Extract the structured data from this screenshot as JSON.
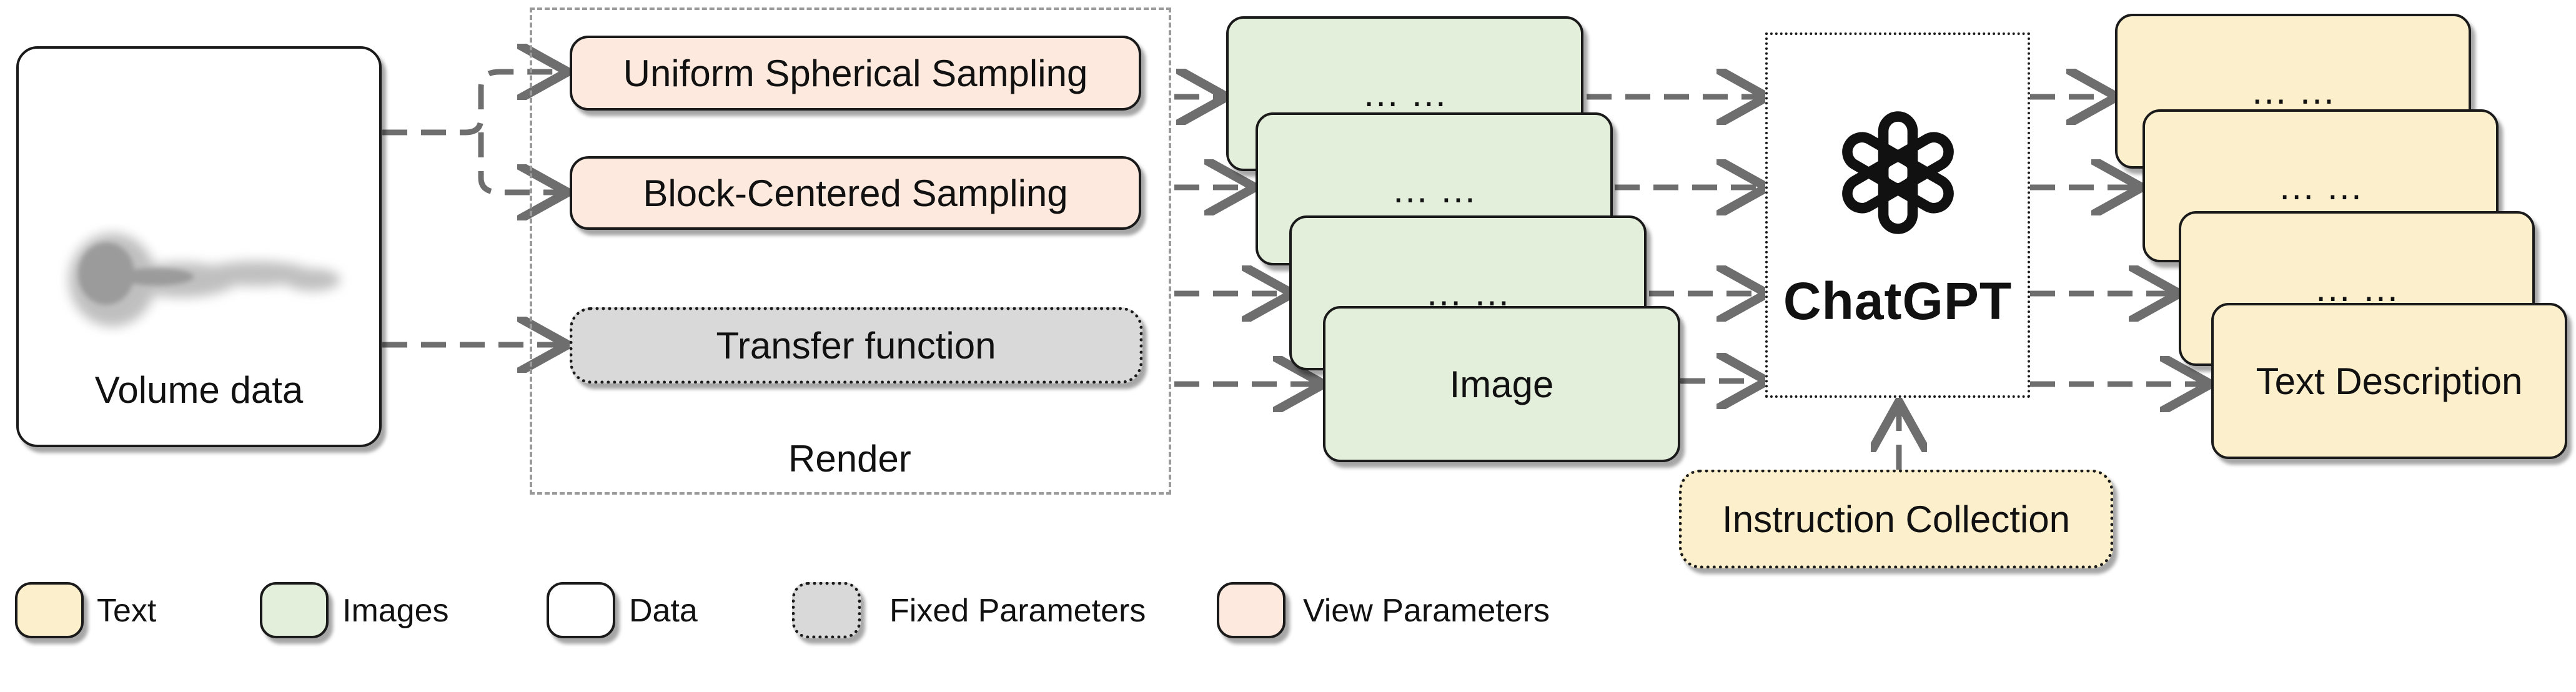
{
  "volume": {
    "label": "Volume data"
  },
  "render": {
    "title": "Render",
    "uniform": "Uniform Spherical Sampling",
    "block": "Block-Centered Sampling",
    "transfer": "Transfer function"
  },
  "images": {
    "ellipsis_1": "… …",
    "ellipsis_2": "… …",
    "ellipsis_3": "… …",
    "front": "Image"
  },
  "chatgpt": {
    "label": "ChatGPT",
    "icon": "openai-logo-icon"
  },
  "instruction": {
    "label": "Instruction Collection"
  },
  "texts": {
    "ellipsis_1": "… …",
    "ellipsis_2": "… …",
    "ellipsis_3": "… …",
    "front": "Text Description"
  },
  "legend": {
    "text": "Text",
    "images": "Images",
    "data": "Data",
    "fixed": "Fixed Parameters",
    "view": "View Parameters"
  },
  "colors": {
    "text": "#fcefcc",
    "images": "#e3efdb",
    "data": "#ffffff",
    "fixed": "#d9d9d9",
    "view": "#fde9dd",
    "arrow": "#6e6e6e"
  }
}
